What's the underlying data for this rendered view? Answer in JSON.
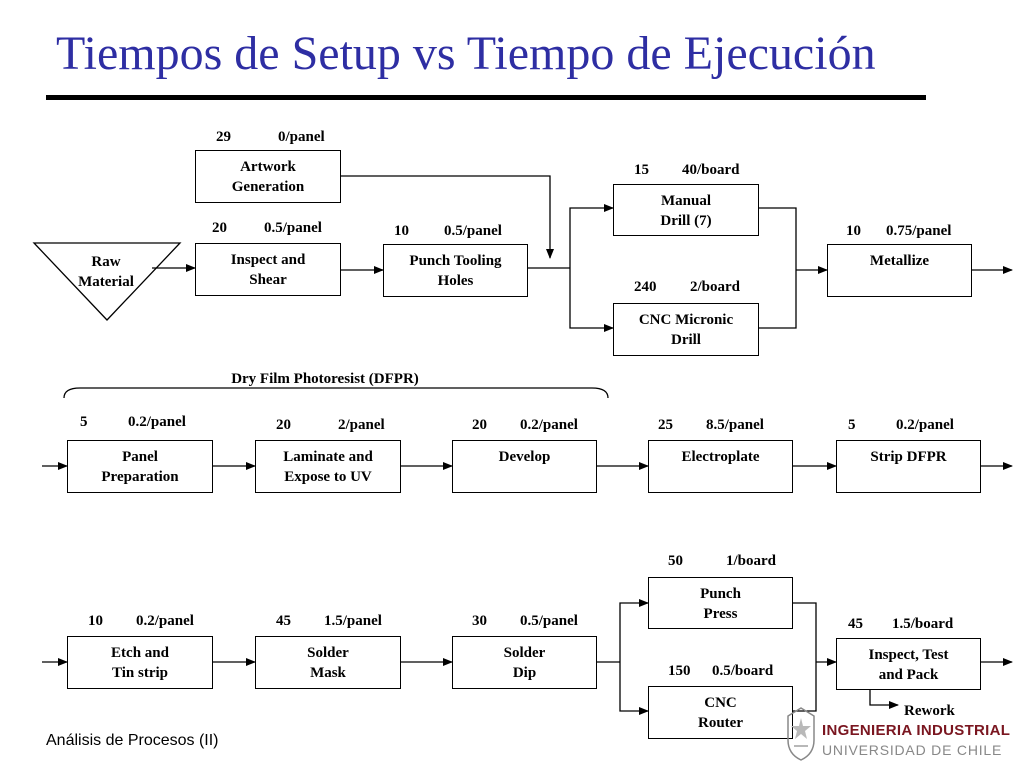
{
  "title": "Tiempos de Setup vs Tiempo de Ejecución",
  "footer": "Análisis de Procesos (II)",
  "logo": {
    "line1": "INGENIERIA INDUSTRIAL",
    "line2": "UNIVERSIDAD DE CHILE"
  },
  "colors": {
    "title": "#2e2ea3",
    "logo_primary": "#7a1620",
    "logo_secondary": "#888888"
  },
  "raw_material": "Raw\nMaterial",
  "dfpr_group_label": "Dry Film Photoresist (DFPR)",
  "rework_label": "Rework",
  "processes": {
    "artwork": {
      "name": "Artwork\nGeneration",
      "setup": "29",
      "run": "0/panel"
    },
    "inspect_shear": {
      "name": "Inspect and\nShear",
      "setup": "20",
      "run": "0.5/panel"
    },
    "punch_tooling": {
      "name": "Punch Tooling\nHoles",
      "setup": "10",
      "run": "0.5/panel"
    },
    "manual_drill": {
      "name": "Manual\nDrill (7)",
      "setup": "15",
      "run": "40/board"
    },
    "cnc_drill": {
      "name": "CNC Micronic\nDrill",
      "setup": "240",
      "run": "2/board"
    },
    "metallize": {
      "name": "Metallize",
      "setup": "10",
      "run": "0.75/panel"
    },
    "panel_prep": {
      "name": "Panel\nPreparation",
      "setup": "5",
      "run": "0.2/panel"
    },
    "laminate": {
      "name": "Laminate and\nExpose to UV",
      "setup": "20",
      "run": "2/panel"
    },
    "develop": {
      "name": "Develop",
      "setup": "20",
      "run": "0.2/panel"
    },
    "electroplate": {
      "name": "Electroplate",
      "setup": "25",
      "run": "8.5/panel"
    },
    "strip_dfpr": {
      "name": "Strip DFPR",
      "setup": "5",
      "run": "0.2/panel"
    },
    "etch": {
      "name": "Etch and\nTin strip",
      "setup": "10",
      "run": "0.2/panel"
    },
    "solder_mask": {
      "name": "Solder\nMask",
      "setup": "45",
      "run": "1.5/panel"
    },
    "solder_dip": {
      "name": "Solder\nDip",
      "setup": "30",
      "run": "0.5/panel"
    },
    "punch_press": {
      "name": "Punch\nPress",
      "setup": "50",
      "run": "1/board"
    },
    "cnc_router": {
      "name": "CNC\nRouter",
      "setup": "150",
      "run": "0.5/board"
    },
    "inspect_test": {
      "name": "Inspect, Test\nand Pack",
      "setup": "45",
      "run": "1.5/board"
    }
  }
}
